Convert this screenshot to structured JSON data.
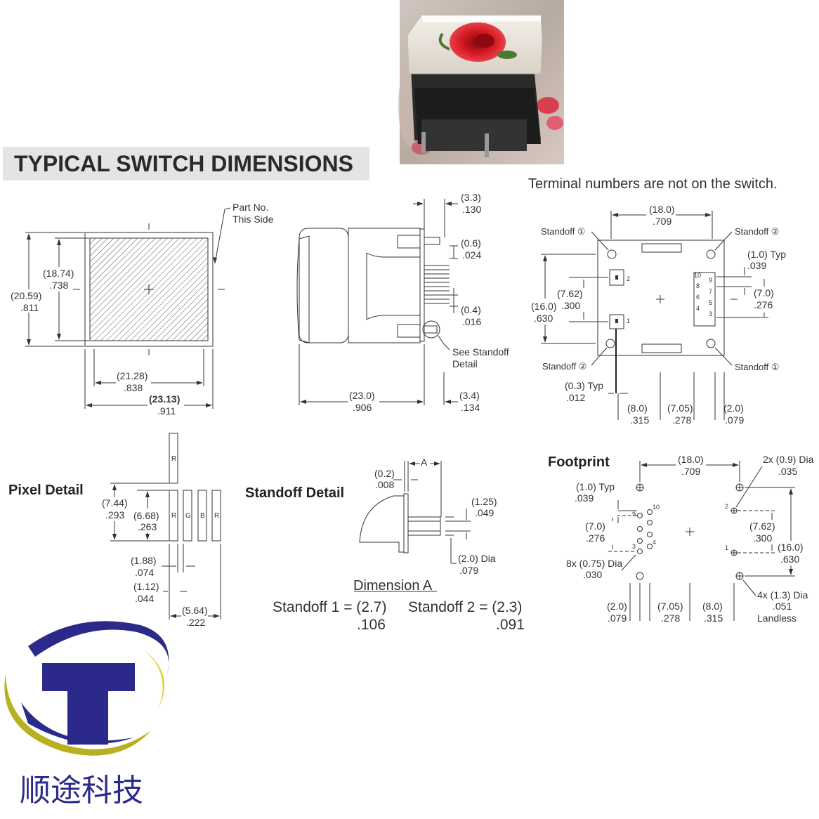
{
  "title": "TYPICAL SWITCH DIMENSIONS",
  "terminal_note": "Terminal numbers are not on the switch.",
  "front_view": {
    "part_no": "Part No.",
    "this_side": "This Side",
    "d1_mm": "(18.74)",
    "d1_in": ".738",
    "d2_mm": "(20.59)",
    "d2_in": ".811",
    "d3_mm": "(21.28)",
    "d3_in": ".838",
    "d4_mm": "(23.13)",
    "d4_in": ".911"
  },
  "side_view": {
    "top_mm": "(3.3)",
    "top_in": ".130",
    "pin_mm": "(0.6)",
    "pin_in": ".024",
    "gap_mm": "(0.4)",
    "gap_in": ".016",
    "see_standoff": "See Standoff",
    "detail": "Detail",
    "len_mm": "(23.0)",
    "len_in": ".906",
    "rear_mm": "(3.4)",
    "rear_in": ".134"
  },
  "bottom_view": {
    "standoff1": "Standoff ①",
    "standoff2": "Standoff ②",
    "w_mm": "(18.0)",
    "w_in": ".709",
    "typ_mm": "(1.0) Typ",
    "typ_in": ".039",
    "p7_mm": "(7.0)",
    "p7_in": ".276",
    "p762_mm": "(7.62)",
    "p762_in": ".300",
    "h_mm": "(16.0)",
    "h_in": ".630",
    "t03_mm": "(0.3) Typ",
    "t03_in": ".012",
    "b8_mm": "(8.0)",
    "b8_in": ".315",
    "b705_mm": "(7.05)",
    "b705_in": ".278",
    "b2_mm": "(2.0)",
    "b2_in": ".079",
    "pin_nums": [
      "2",
      "1",
      "10",
      "9",
      "8",
      "7",
      "6",
      "5",
      "4",
      "3"
    ]
  },
  "pixel_detail": {
    "label": "Pixel Detail",
    "a_mm": "(7.44)",
    "a_in": ".293",
    "b_mm": "(6.68)",
    "b_in": ".263",
    "c_mm": "(1.88)",
    "c_in": ".074",
    "d_mm": "(1.12)",
    "d_in": ".044",
    "e_mm": "(5.64)",
    "e_in": ".222",
    "letters": [
      "R",
      "R",
      "G",
      "B",
      "R"
    ]
  },
  "standoff_detail": {
    "label": "Standoff Detail",
    "s02_mm": "(0.2)",
    "s02_in": ".008",
    "a_label": "A",
    "s125_mm": "(1.25)",
    "s125_in": ".049",
    "dia_mm": "(2.0) Dia",
    "dia_in": ".079",
    "dimension_a": "Dimension A",
    "standoff1": "Standoff 1 = (2.7)",
    "standoff1_in": ".106",
    "standoff2": "Standoff 2 = (2.3)",
    "standoff2_in": ".091"
  },
  "footprint": {
    "label": "Footprint",
    "w_mm": "(18.0)",
    "w_in": ".709",
    "dia09_mm": "2x (0.9) Dia",
    "dia09_in": ".035",
    "typ_mm": "(1.0) Typ",
    "typ_in": ".039",
    "p7_mm": "(7.0)",
    "p7_in": ".276",
    "p762_mm": "(7.62)",
    "p762_in": ".300",
    "h_mm": "(16.0)",
    "h_in": ".630",
    "dia075_mm": "8x (0.75) Dia",
    "dia075_in": ".030",
    "dia13_mm": "4x (1.3) Dia",
    "dia13_in": ".051",
    "landless": "Landless",
    "b2_mm": "(2.0)",
    "b2_in": ".079",
    "b705_mm": "(7.05)",
    "b705_in": ".278",
    "b8_mm": "(8.0)",
    "b8_in": ".315",
    "pin_nums": [
      "9",
      "10",
      "3",
      "4",
      "2",
      "1"
    ]
  },
  "logo_text": "顺途科技",
  "colors": {
    "logo_blue": "#2b2a8a",
    "logo_yellow": "#d8d020",
    "banner": "#e4e4e4",
    "rose": "#d01820"
  }
}
